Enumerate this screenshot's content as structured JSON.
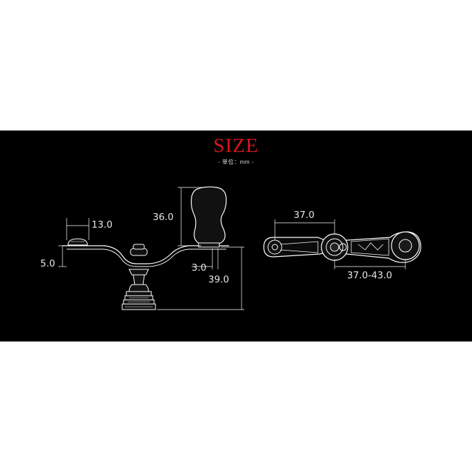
{
  "title": "SIZE",
  "subtitle": "- 単位：mm -",
  "colors": {
    "background": "#000000",
    "title": "#d7141e",
    "line": "#ffffff",
    "page": "#ffffff"
  },
  "dimensions": {
    "knob_width": "13.0",
    "knob_height": "5.0",
    "grip_height": "36.0",
    "grip_offset": "3.0",
    "total_height": "39.0",
    "arm_length": "37.0",
    "arm_adjust_range": "37.0-43.0"
  }
}
